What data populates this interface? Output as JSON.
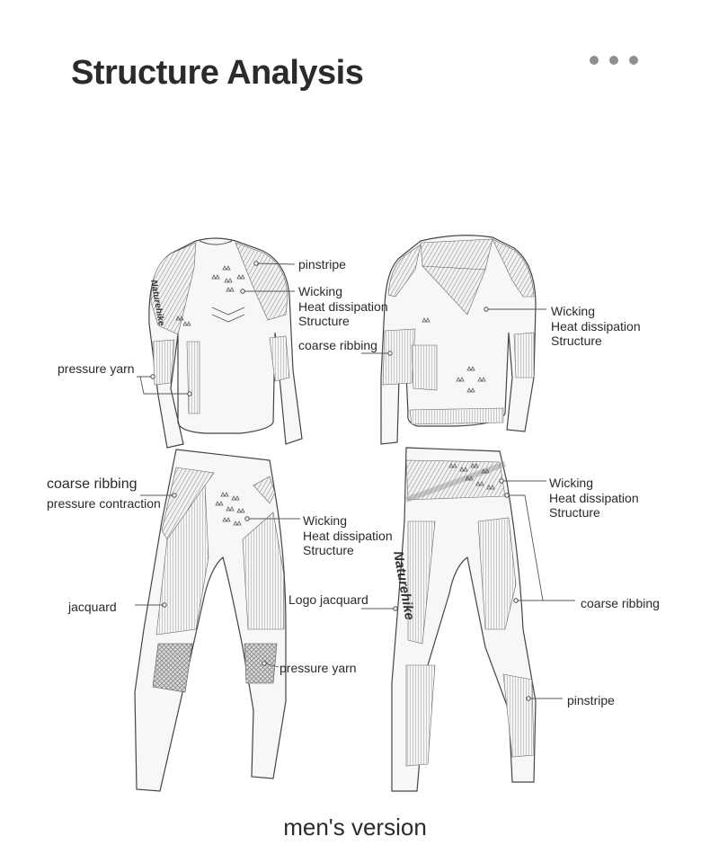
{
  "title": "Structure Analysis",
  "footer": "men's version",
  "brand": "Naturehike",
  "labels": {
    "top_front_pinstripe": "pinstripe",
    "top_front_wicking": [
      "Wicking",
      "Heat dissipation",
      "Structure"
    ],
    "top_coarse_ribbing": "coarse ribbing",
    "top_pressure_yarn": "pressure yarn",
    "top_back_wicking": [
      "Wicking",
      "Heat dissipation",
      "Structure"
    ],
    "pants_coarse_ribbing": "coarse ribbing",
    "pants_pressure_contraction": "pressure contraction",
    "pants_front_wicking": [
      "Wicking",
      "Heat dissipation",
      "Structure"
    ],
    "pants_jacquard": "jacquard",
    "pants_logo_jacquard": "Logo jacquard",
    "pants_pressure_yarn": "pressure yarn",
    "pants_back_wicking": [
      "Wicking",
      "Heat dissipation",
      "Structure"
    ],
    "pants_back_coarse_ribbing": "coarse ribbing",
    "pants_back_pinstripe": "pinstripe"
  },
  "colors": {
    "dots": "#8f8f8f",
    "outline": "#444444",
    "title": "#2b2b2b"
  },
  "icons": [
    "more-dots-icon"
  ]
}
